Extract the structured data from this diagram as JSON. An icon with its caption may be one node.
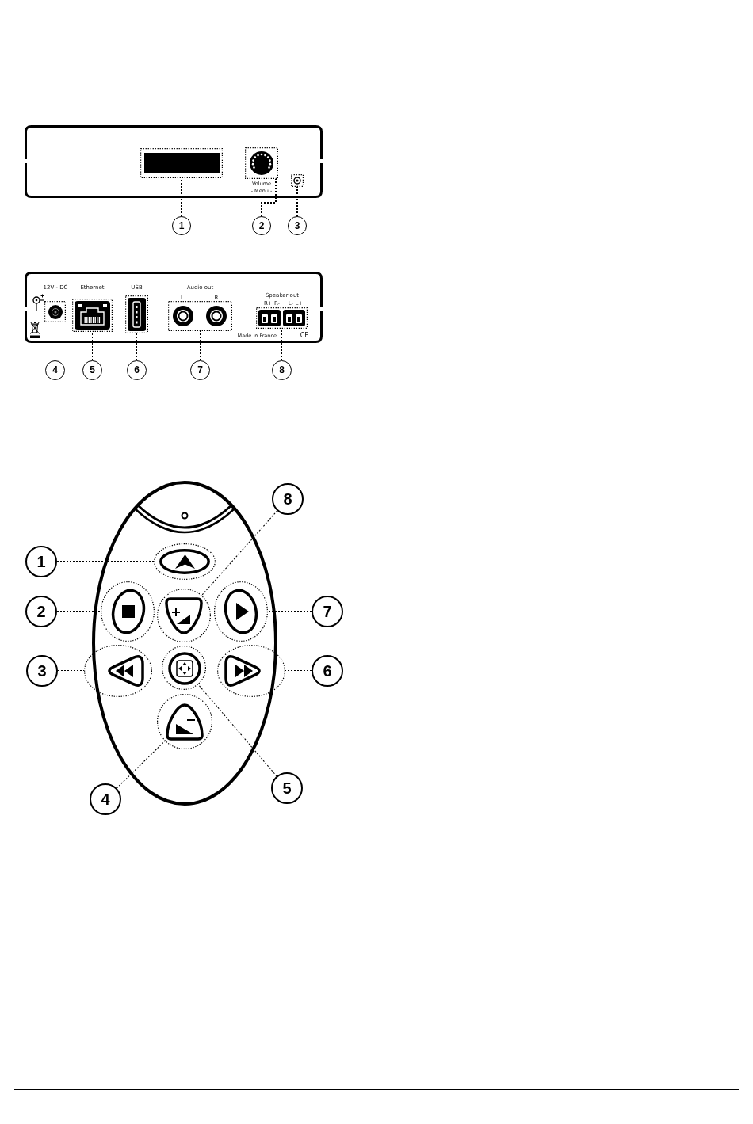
{
  "diagram": {
    "nodes": [
      {
        "text": [],
        "shape": "box"
      },
      {
        "text": [],
        "shape": "box",
        "in": 0
      },
      {
        "text": [],
        "shape": "box",
        "in": 0,
        "beside": [
          "Volume",
          "- Menu -"
        ]
      },
      {
        "text": [],
        "shape": "box",
        "in": 0
      },
      {
        "text": [
          "1"
        ]
      },
      {
        "text": [
          "2"
        ]
      },
      {
        "text": [
          "3"
        ]
      },
      {
        "text": [],
        "shape": "box"
      },
      {
        "text": [],
        "shape": "box",
        "in": 7,
        "beside": [
          "12V - DC"
        ]
      },
      {
        "text": [],
        "shape": "box",
        "in": 7,
        "beside": [
          "Ethernet"
        ]
      },
      {
        "text": [],
        "shape": "box",
        "in": 7,
        "beside": [
          "USB"
        ]
      },
      {
        "text": [],
        "shape": "box",
        "in": 7,
        "beside": [
          "Audio out",
          "L",
          "R"
        ]
      },
      {
        "text": [],
        "shape": "box",
        "in": 7,
        "beside": [
          "Speaker out",
          "R+ R-",
          "L- L+"
        ]
      },
      {
        "text": [
          "4"
        ]
      },
      {
        "text": [
          "5"
        ]
      },
      {
        "text": [
          "6"
        ]
      },
      {
        "text": [
          "7"
        ]
      },
      {
        "text": [
          "8"
        ]
      },
      {
        "text": [],
        "shape": "ellipse"
      },
      {
        "text": [],
        "shape": "ellipse",
        "in": 18
      },
      {
        "text": [],
        "shape": "circle",
        "in": 18
      },
      {
        "text": [],
        "shape": "circle",
        "in": 18
      },
      {
        "text": [],
        "shape": "circle",
        "in": 18
      },
      {
        "text": [],
        "shape": "ellipse"
      },
      {
        "text": [],
        "shape": "circle",
        "in": 18
      },
      {
        "text": [],
        "shape": "ellipse"
      },
      {
        "text": [],
        "shape": "circle",
        "in": 18
      },
      {
        "text": [
          "1"
        ]
      },
      {
        "text": [
          "2"
        ]
      },
      {
        "text": [
          "3"
        ]
      },
      {
        "text": [
          "4"
        ]
      },
      {
        "text": [
          "5"
        ]
      },
      {
        "text": [
          "6"
        ]
      },
      {
        "text": [
          "7"
        ]
      },
      {
        "text": [
          "8"
        ]
      }
    ],
    "edges": [
      {
        "from": 4,
        "to": 1,
        "arrow": "none",
        "style": "dashed"
      },
      {
        "from": 5,
        "to": 2,
        "arrow": "none",
        "style": "dashed"
      },
      {
        "from": 6,
        "to": 3,
        "arrow": "none",
        "style": "dashed"
      },
      {
        "from": 13,
        "to": 8,
        "arrow": "none",
        "style": "dashed"
      },
      {
        "from": 14,
        "to": 9,
        "arrow": "none",
        "style": "dashed"
      },
      {
        "from": 15,
        "to": 10,
        "arrow": "none",
        "style": "dashed"
      },
      {
        "from": 16,
        "to": 11,
        "arrow": "none",
        "style": "dashed"
      },
      {
        "from": 17,
        "to": 12,
        "arrow": "none",
        "style": "dashed"
      },
      {
        "from": 27,
        "to": 19,
        "arrow": "none",
        "style": "dashed"
      },
      {
        "from": 28,
        "to": 20,
        "arrow": "none",
        "style": "dashed"
      },
      {
        "from": 29,
        "to": 23,
        "arrow": "none",
        "style": "dashed"
      },
      {
        "from": 30,
        "to": 26,
        "arrow": "none",
        "style": "dashed"
      },
      {
        "from": 31,
        "to": 24,
        "arrow": "none",
        "style": "dashed"
      },
      {
        "from": 32,
        "to": 25,
        "arrow": "none",
        "style": "dashed"
      },
      {
        "from": 33,
        "to": 22,
        "arrow": "none",
        "style": "dashed"
      },
      {
        "from": 34,
        "to": 21,
        "arrow": "none",
        "style": "dashed"
      }
    ],
    "labels": [
      "Made in France",
      "CE"
    ]
  }
}
